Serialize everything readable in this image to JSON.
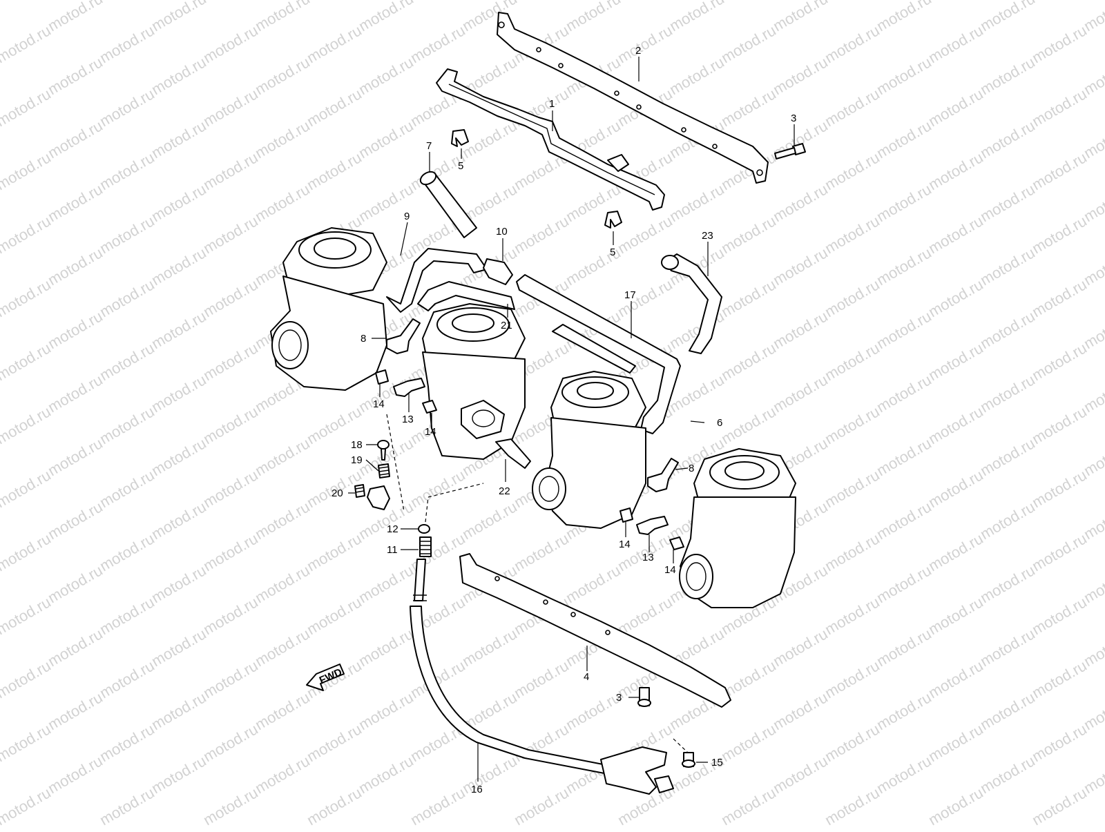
{
  "watermark": {
    "text": "motod.ru",
    "color": "#d2d2d2"
  },
  "fwd_label": "FWD",
  "part_labels": [
    {
      "id": "p2",
      "text": "2"
    },
    {
      "id": "p1",
      "text": "1"
    },
    {
      "id": "p3a",
      "text": "3"
    },
    {
      "id": "p5a",
      "text": "5"
    },
    {
      "id": "p7",
      "text": "7"
    },
    {
      "id": "p5b",
      "text": "5"
    },
    {
      "id": "p9",
      "text": "9"
    },
    {
      "id": "p10",
      "text": "10"
    },
    {
      "id": "p23",
      "text": "23"
    },
    {
      "id": "p17",
      "text": "17"
    },
    {
      "id": "p21",
      "text": "21"
    },
    {
      "id": "p8a",
      "text": "8"
    },
    {
      "id": "p14a",
      "text": "14"
    },
    {
      "id": "p13a",
      "text": "13"
    },
    {
      "id": "p14b",
      "text": "14"
    },
    {
      "id": "p18",
      "text": "18"
    },
    {
      "id": "p19",
      "text": "19"
    },
    {
      "id": "p20",
      "text": "20"
    },
    {
      "id": "p6",
      "text": "6"
    },
    {
      "id": "p8b",
      "text": "8"
    },
    {
      "id": "p22",
      "text": "22"
    },
    {
      "id": "p12",
      "text": "12"
    },
    {
      "id": "p11",
      "text": "11"
    },
    {
      "id": "p14c",
      "text": "14"
    },
    {
      "id": "p13b",
      "text": "13"
    },
    {
      "id": "p14d",
      "text": "14"
    },
    {
      "id": "p4",
      "text": "4"
    },
    {
      "id": "p3b",
      "text": "3"
    },
    {
      "id": "p15",
      "text": "15"
    },
    {
      "id": "p16",
      "text": "16"
    }
  ]
}
